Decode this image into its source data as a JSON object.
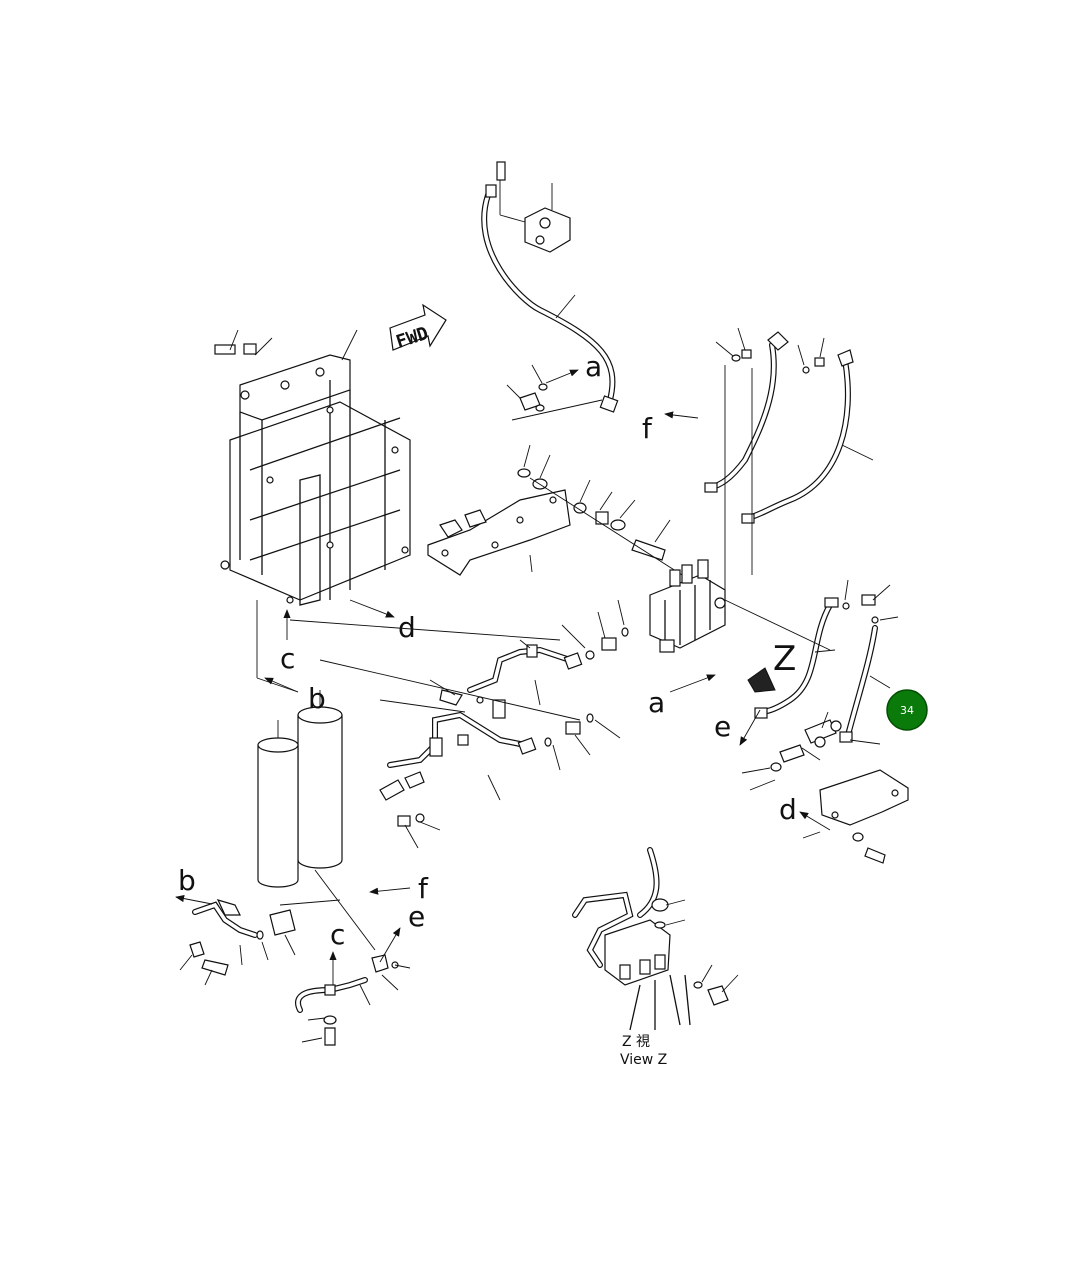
{
  "labels": {
    "a1": "a",
    "a2": "a",
    "b1": "b",
    "b2": "b",
    "c1": "c",
    "c2": "c",
    "d1": "d",
    "d2": "d",
    "e1": "e",
    "e2": "e",
    "f1": "f",
    "f2": "f",
    "z": "Z"
  },
  "fwd_label": "FWD",
  "view_z": {
    "line1": "Z 視",
    "line2": "View Z"
  },
  "callout_badge": {
    "text": "34",
    "color": "#0a7a0a"
  }
}
